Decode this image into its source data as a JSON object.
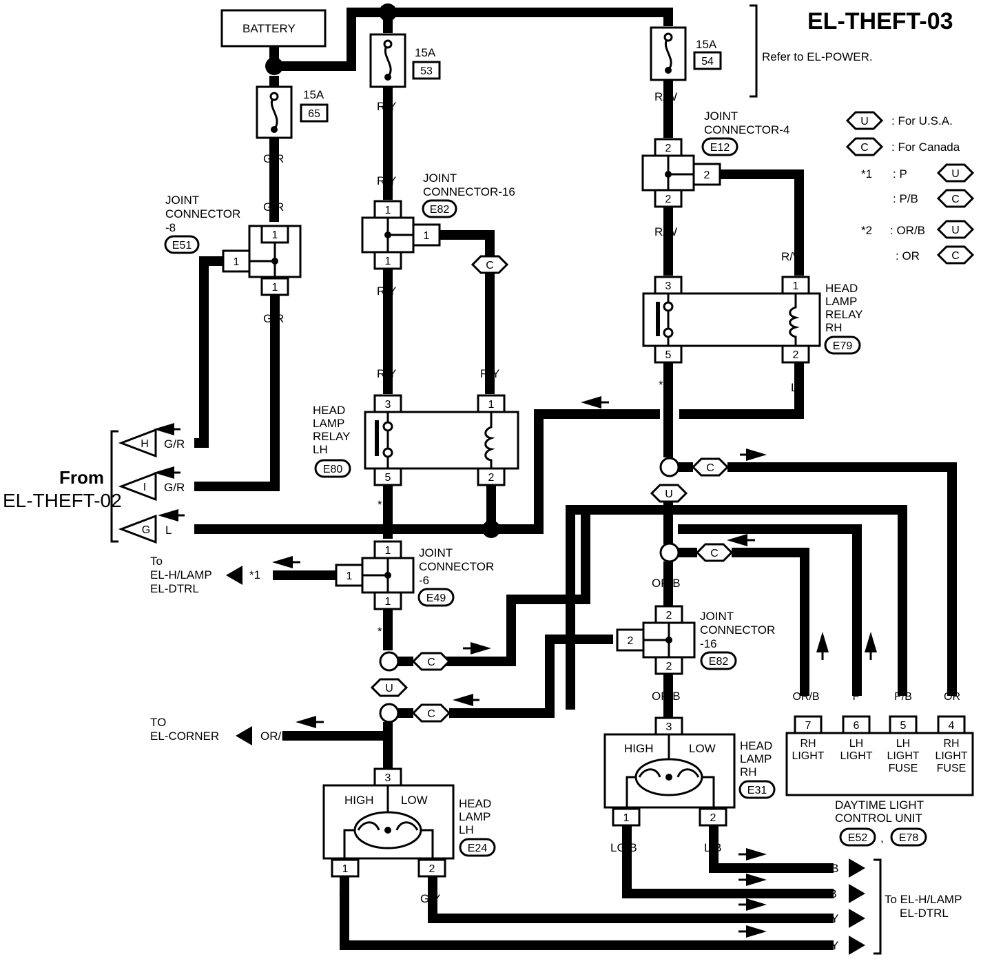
{
  "title": "EL-THEFT-03",
  "refer": "Refer to EL-POWER.",
  "battery": "BATTERY",
  "fuses": {
    "f53": {
      "amp": "15A",
      "num": "53"
    },
    "f54": {
      "amp": "15A",
      "num": "54"
    },
    "f65": {
      "amp": "15A",
      "num": "65"
    }
  },
  "legend": {
    "u_code": "U",
    "u_text": ": For U.S.A.",
    "c_code": "C",
    "c_text": ": For Canada",
    "star1": "*1",
    "star1_a": ": P",
    "star1_b": ": P/B",
    "star2": "*2",
    "star2_a": ": OR/B",
    "star2_b": ": OR"
  },
  "wires": {
    "gr": "G/R",
    "ry": "R/Y",
    "rw": "R/W",
    "l": "L",
    "orb": "OR/B",
    "or": "OR",
    "p": "P",
    "pb": "P/B",
    "y": "Y",
    "gy": "G/Y",
    "lgb": "LG/B",
    "lb": "L/B",
    "s1": "*1",
    "s2": "*2"
  },
  "connectors": {
    "jc8": {
      "line1": "JOINT",
      "line2": "CONNECTOR",
      "line3": "-8",
      "code": "E51"
    },
    "jc16a": {
      "line1": "JOINT",
      "line2": "CONNECTOR-16",
      "code": "E82"
    },
    "jc4": {
      "line1": "JOINT",
      "line2": "CONNECTOR-4",
      "code": "E12"
    },
    "jc6": {
      "line1": "JOINT",
      "line2": "CONNECTOR",
      "line3": "-6",
      "code": "E49"
    },
    "jc16b": {
      "line1": "JOINT",
      "line2": "CONNECTOR",
      "line3": "-16",
      "code": "E82"
    }
  },
  "relays": {
    "lh": {
      "l1": "HEAD",
      "l2": "LAMP",
      "l3": "RELAY",
      "l4": "LH",
      "code": "E80"
    },
    "rh": {
      "l1": "HEAD",
      "l2": "LAMP",
      "l3": "RELAY",
      "l4": "RH",
      "code": "E79"
    }
  },
  "lamps": {
    "lh": {
      "l1": "HEAD",
      "l2": "LAMP",
      "l3": "LH",
      "code": "E24",
      "high": "HIGH",
      "low": "LOW"
    },
    "rh": {
      "l1": "HEAD",
      "l2": "LAMP",
      "l3": "RH",
      "code": "E31",
      "high": "HIGH",
      "low": "LOW"
    }
  },
  "dtrl": {
    "p7": "RH",
    "p7b": "LIGHT",
    "p6": "LH",
    "p6b": "LIGHT",
    "p5": "LH",
    "p5b": "LIGHT",
    "p5c": "FUSE",
    "p4": "RH",
    "p4b": "LIGHT",
    "p4c": "FUSE",
    "name1": "DAYTIME LIGHT",
    "name2": "CONTROL UNIT",
    "code1": "E52",
    "code2": "E78"
  },
  "from": {
    "l1": "From",
    "l2": "EL-THEFT-02",
    "h": "H",
    "i": "I",
    "g": "G"
  },
  "to_hlamp": {
    "l1": "To",
    "l2": "EL-H/LAMP",
    "l3": "EL-DTRL"
  },
  "to_corner": {
    "l1": "TO",
    "l2": "EL-CORNER"
  },
  "to_right": {
    "l1": "To EL-H/LAMP",
    "l2": "EL-DTRL"
  }
}
